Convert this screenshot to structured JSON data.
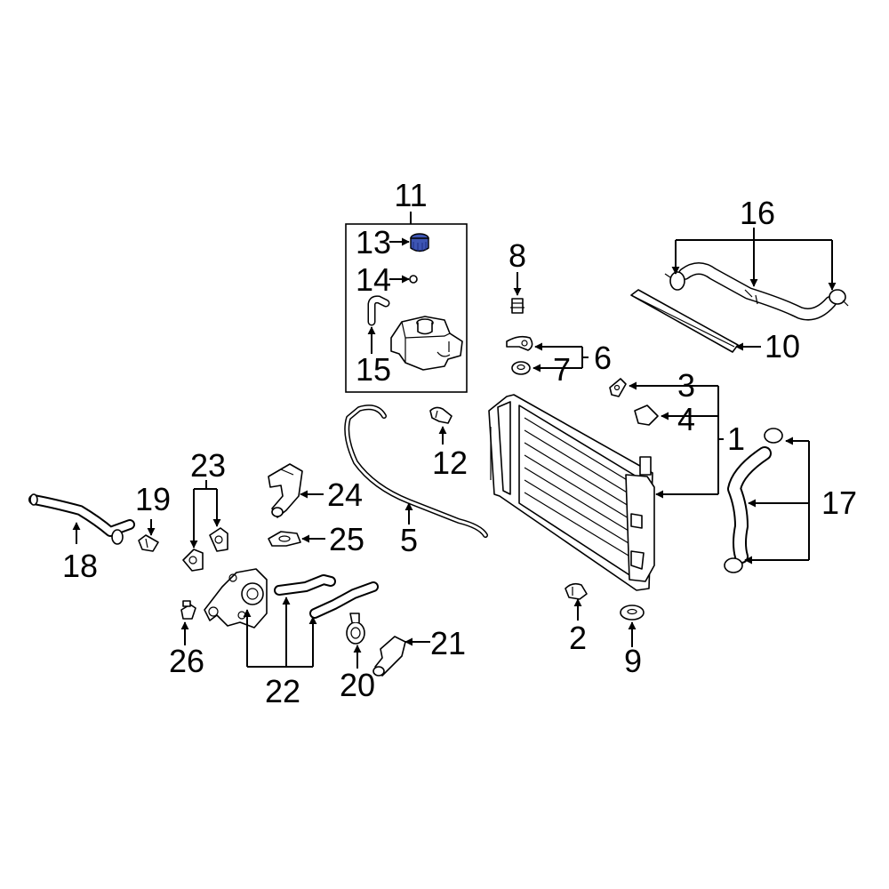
{
  "colors": {
    "line": "#000000",
    "background": "#ffffff",
    "highlight": "#3d55b3"
  },
  "labels": {
    "l1": "1",
    "l2": "2",
    "l3": "3",
    "l4": "4",
    "l5": "5",
    "l6": "6",
    "l7": "7",
    "l8": "8",
    "l9": "9",
    "l10": "10",
    "l11": "11",
    "l12": "12",
    "l13": "13",
    "l14": "14",
    "l15": "15",
    "l16": "16",
    "l17": "17",
    "l18": "18",
    "l19": "19",
    "l20": "20",
    "l21": "21",
    "l22": "22",
    "l23": "23",
    "l24": "24",
    "l25": "25",
    "l26": "26"
  }
}
